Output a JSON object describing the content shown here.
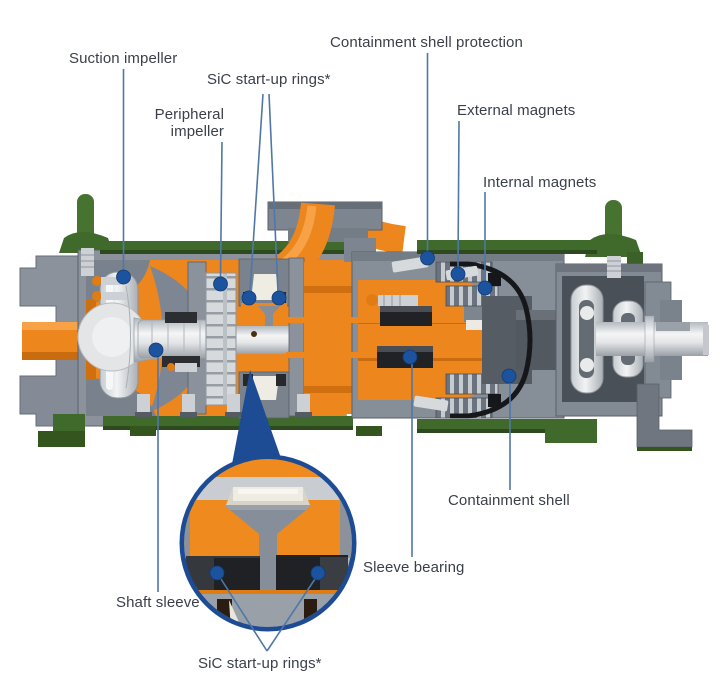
{
  "figure": {
    "callouts": {
      "suction_impeller": "Suction impeller",
      "peripheral_impeller": "Peripheral impeller",
      "sic_start_up_rings": "SiC start-up rings*",
      "containment_shell_protection": "Containment shell protection",
      "external_magnets": "External magnets",
      "internal_magnets": "Internal magnets",
      "containment_shell": "Containment shell",
      "sleeve_bearing": "Sleeve bearing",
      "shaft_sleeve": "Shaft sleeve",
      "sic_start_up_rings_detail": "SiC start-up rings*"
    },
    "palette": {
      "background": "#ffffff",
      "label_text": "#3a3f49",
      "leader_line": "#4f77a8",
      "marker_dot": "#1b539f",
      "inset_ring": "#1d4b94",
      "casing_gray": "#868e98",
      "flow_orange": "#ed861d",
      "frame_green": "#3f6a2b",
      "shaft_silver": "#e6e8ea",
      "magnet_black": "#1c1d1f"
    }
  }
}
